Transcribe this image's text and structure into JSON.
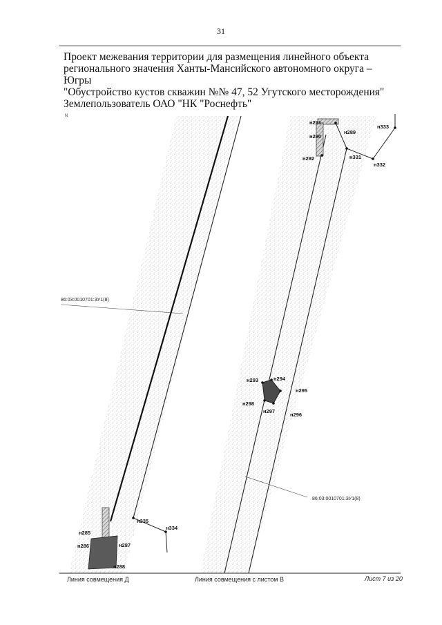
{
  "page_number": "31",
  "header": {
    "lines": [
      "Проект межевания территории для размещения линейного объекта",
      "регионального значения Ханты-Мансийского автономного округа –",
      "Югры",
      "\"Обустройство кустов скважин №№ 47, 52 Угутского месторождения\"",
      "Землепользователь ОАО \"НК \"Роснефть\""
    ]
  },
  "map": {
    "parcel_label_left": "86:03:0010701:ЗУ1(8)",
    "parcel_label_right": "86:03:0010701:ЗУ1(8)",
    "points": {
      "n285": "н285",
      "n286": "н286",
      "n287": "н287",
      "n288": "н288",
      "n289": "н289",
      "n290": "н290",
      "n291": "н291",
      "n292": "н292",
      "n293": "н293",
      "n294": "н294",
      "n295": "н295",
      "n296": "н296",
      "n297": "н297",
      "n298": "н298",
      "n331": "н331",
      "n332": "н332",
      "n333": "н333",
      "n334": "н334",
      "n335": "н335"
    },
    "north_marker": "N"
  },
  "footer": {
    "match_line_left": "Линия совмещения Д",
    "match_line_right": "Линия совмещения с листом В",
    "sheet": "Лист 7 из 20"
  }
}
